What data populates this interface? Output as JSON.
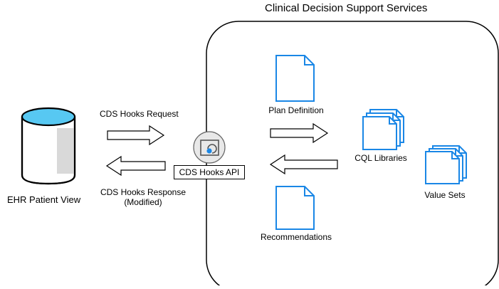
{
  "container": {
    "title": "Clinical Decision Support Services"
  },
  "ehr": {
    "label": "EHR Patient View",
    "icon": "database-icon"
  },
  "cds_hooks": {
    "request_label": "CDS Hooks Request",
    "response_label_line1": "CDS Hooks Response",
    "response_label_line2": "(Modified)",
    "api_label": "CDS Hooks API",
    "api_icon": "api-gateway-icon"
  },
  "artifacts": {
    "plan_definition": "Plan Definition",
    "recommendations": "Recommendations",
    "cql_libraries": "CQL Libraries",
    "value_sets": "Value Sets"
  },
  "colors": {
    "accent_blue": "#1a87e6",
    "db_fill": "#57c8f2",
    "db_stroke": "#000000"
  }
}
